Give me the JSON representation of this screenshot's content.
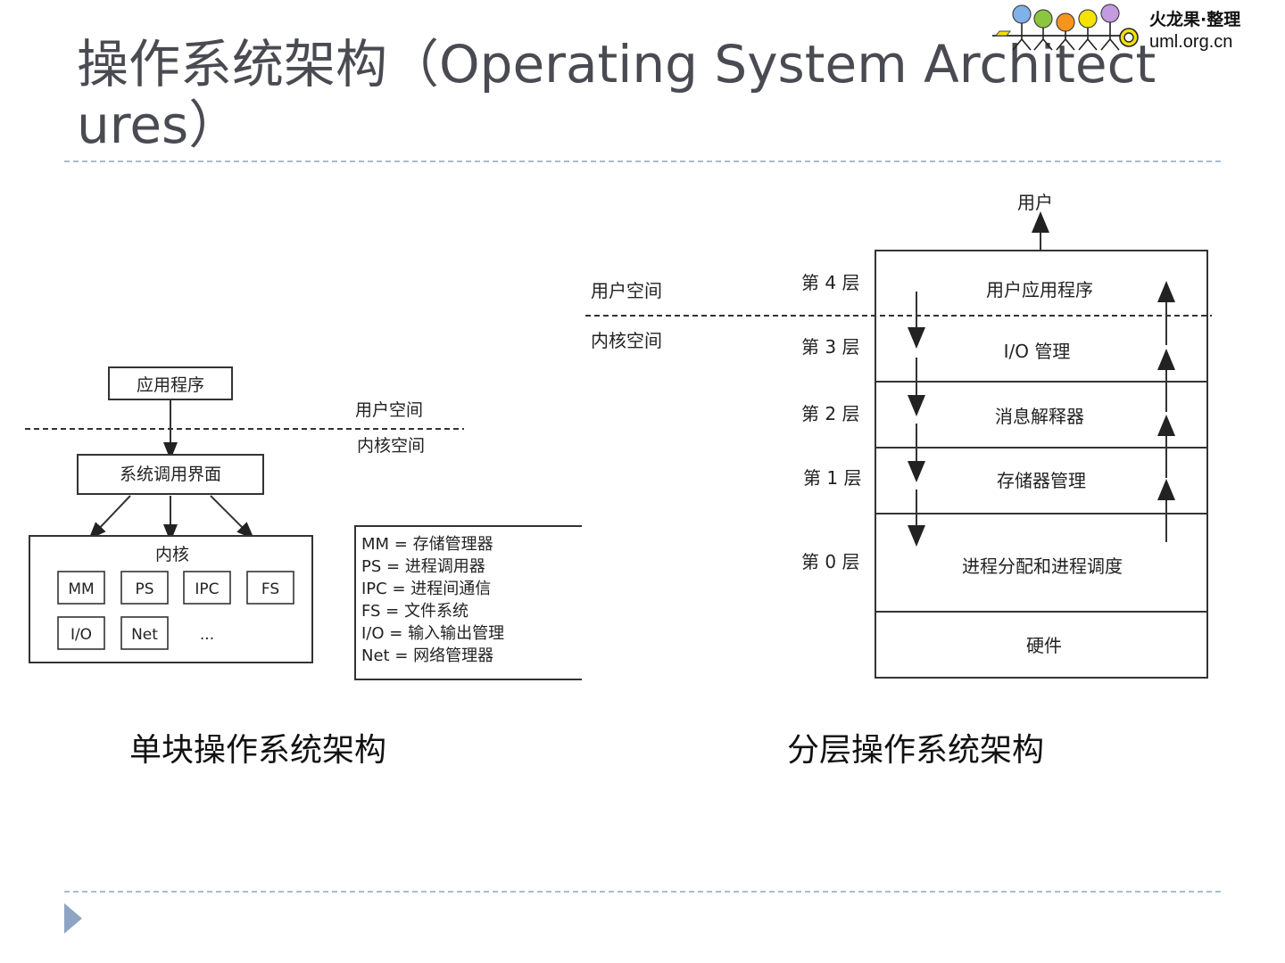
{
  "slide": {
    "title": "操作系统架构（Operating System Architectures）"
  },
  "brand": {
    "name": "火龙果·整理",
    "url": "uml.org.cn"
  },
  "monolithic": {
    "app_box": "应用程序",
    "user_space": "用户空间",
    "kernel_space": "内核空间",
    "syscall_box": "系统调用界面",
    "kernel_label": "内核",
    "modules": [
      "MM",
      "PS",
      "IPC",
      "FS",
      "I/O",
      "Net",
      "..."
    ],
    "legend": [
      "MM = 存储管理器",
      "PS = 进程调用器",
      "IPC = 进程间通信",
      "FS = 文件系统",
      "I/O = 输入输出管理",
      "Net = 网络管理器"
    ],
    "caption": "单块操作系统架构"
  },
  "layered": {
    "user": "用户",
    "user_space": "用户空间",
    "kernel_space": "内核空间",
    "layers": [
      {
        "label": "第 4 层",
        "name": "用户应用程序"
      },
      {
        "label": "第 3 层",
        "name": "I/O 管理"
      },
      {
        "label": "第 2 层",
        "name": "消息解释器"
      },
      {
        "label": "第 1 层",
        "name": "存储器管理"
      },
      {
        "label": "第 0 层",
        "name": "进程分配和进程调度"
      }
    ],
    "hardware": "硬件",
    "caption": "分层操作系统架构"
  },
  "colors": {
    "title": "#4a4a52",
    "rule": "#a9bccc",
    "nav_arrow": "#8ea4c4",
    "logo_balls": [
      "#7fb2e8",
      "#8cc63f",
      "#f7941d",
      "#f4e200",
      "#c29be0"
    ]
  }
}
